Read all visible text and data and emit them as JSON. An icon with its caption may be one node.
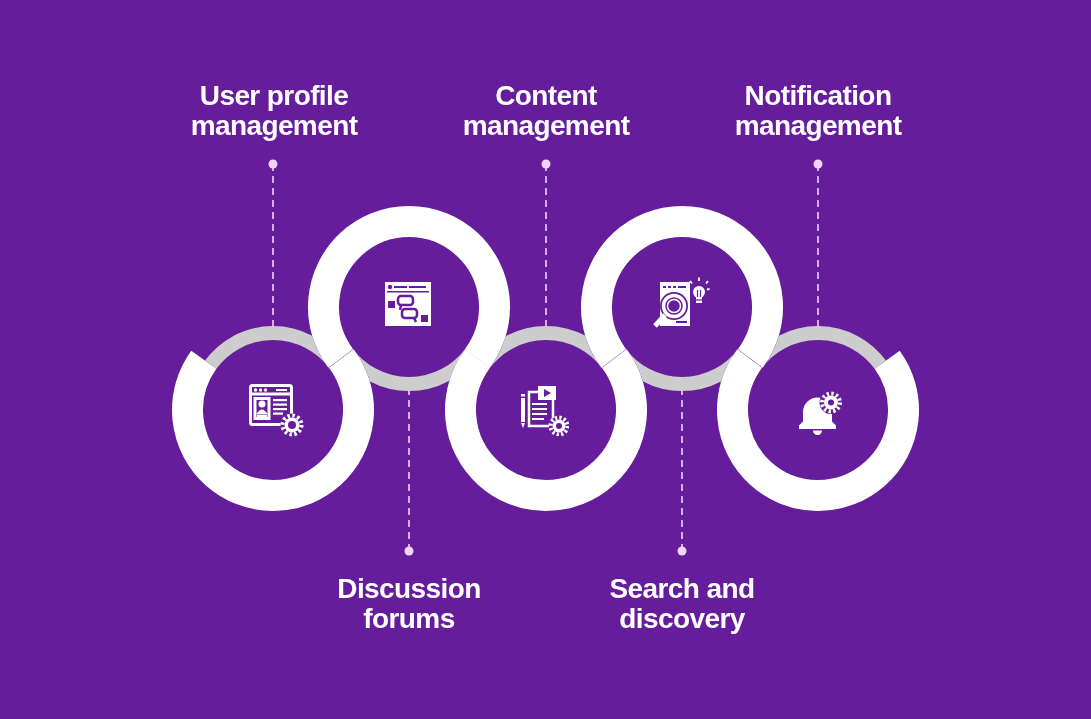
{
  "diagram": {
    "nodes": [
      {
        "text": [
          "User profile management"
        ]
      },
      {
        "text": [],
        "shape": "circle"
      },
      {
        "text": [
          "Discussion forums"
        ]
      },
      {
        "text": [],
        "shape": "circle"
      },
      {
        "text": [
          "Content management"
        ]
      },
      {
        "text": [],
        "shape": "circle"
      },
      {
        "text": [
          "Search and discovery"
        ]
      },
      {
        "text": [],
        "shape": "circle"
      },
      {
        "text": [
          "Notification management"
        ]
      },
      {
        "text": [],
        "shape": "circle"
      }
    ],
    "edges": [
      {
        "from": 0,
        "to": 1,
        "arrow": "other",
        "style": "dashed"
      },
      {
        "from": 2,
        "to": 3,
        "arrow": "other",
        "style": "dashed"
      },
      {
        "from": 4,
        "to": 5,
        "arrow": "other",
        "style": "dashed"
      },
      {
        "from": 6,
        "to": 7,
        "arrow": "other",
        "style": "dashed"
      },
      {
        "from": 8,
        "to": 9,
        "arrow": "other",
        "style": "dashed"
      }
    ]
  }
}
